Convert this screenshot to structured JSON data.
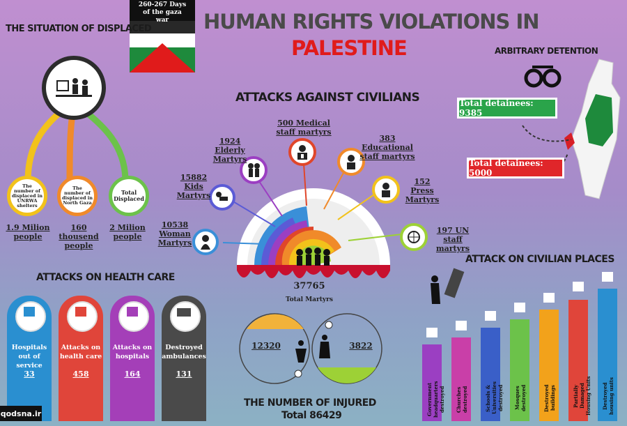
{
  "header": {
    "title_line1": "HUMAN RIGHTS VIOLATIONS IN",
    "title_line2": "PALESTINE",
    "flag_text": "260-267 Days of the gaza war"
  },
  "displaced": {
    "heading": "THE SITUATION OF DISPLACED",
    "items": [
      {
        "label": "The number of displaced in UNRWA shelters",
        "value": "1.9 Milion people",
        "color": "#f2c21b"
      },
      {
        "label": "The number of displaced in North Gaza",
        "value": "160 thousend people",
        "color": "#f08a2a"
      },
      {
        "label": "Total Displaced",
        "value": "2 Milion people",
        "color": "#6cc24a"
      }
    ]
  },
  "civilians": {
    "heading": "ATTACKS AGAINST CIVILIANS",
    "items": [
      {
        "label": "10538 Woman Martyrs",
        "color": "#3a8fd8"
      },
      {
        "label": "15882 Kids Martyrs",
        "color": "#5b5bd6"
      },
      {
        "label": "1924 Elderly Martyrs",
        "color": "#9b3fc2"
      },
      {
        "label": "500 Medical staff martyrs",
        "color": "#e0462a"
      },
      {
        "label": "383 Educational staff martyrs",
        "color": "#f08a2a"
      },
      {
        "label": "152 Press Martyrs",
        "color": "#f2c21b"
      },
      {
        "label": "197 UN staff martyrs",
        "color": "#9dd136"
      }
    ],
    "total_value": "37765",
    "total_label": "Total Martyrs"
  },
  "detention": {
    "heading": "ARBITRARY DETENTION",
    "green": "Total detainees: 9385",
    "red": "Total detainees: 5000"
  },
  "health": {
    "heading": "ATTACKS ON HEALTH CARE",
    "items": [
      {
        "label": "Hospitals out of service",
        "value": "33",
        "color": "#2a8fd0"
      },
      {
        "label": "Attacks on health care",
        "value": "458",
        "color": "#e0453a"
      },
      {
        "label": "Attacks on hospitals",
        "value": "164",
        "color": "#a43fb8"
      },
      {
        "label": "Destroyed ambulances",
        "value": "131",
        "color": "#4a4a4a"
      }
    ]
  },
  "injured": {
    "left": "12320",
    "right": "3822",
    "heading": "THE NUMBER OF INJURED",
    "total": "Total 86429"
  },
  "places": {
    "heading": "ATTACK ON CIVILIAN PLACES",
    "items": [
      {
        "label": "Government headquarters destroyed",
        "color": "#9b3fc2"
      },
      {
        "label": "Churches destroyed",
        "color": "#c93fa8"
      },
      {
        "label": "Schools & Universities destroyed",
        "color": "#3a5fc8"
      },
      {
        "label": "Mosques destroyed",
        "color": "#6cc24a"
      },
      {
        "label": "Destroyed buildings",
        "color": "#f2a21b"
      },
      {
        "label": "Partially Damaged Housing Units",
        "color": "#e0453a"
      },
      {
        "label": "Destroyed housing units",
        "color": "#2a8fd0"
      }
    ]
  },
  "watermark": "qodsna.ir"
}
